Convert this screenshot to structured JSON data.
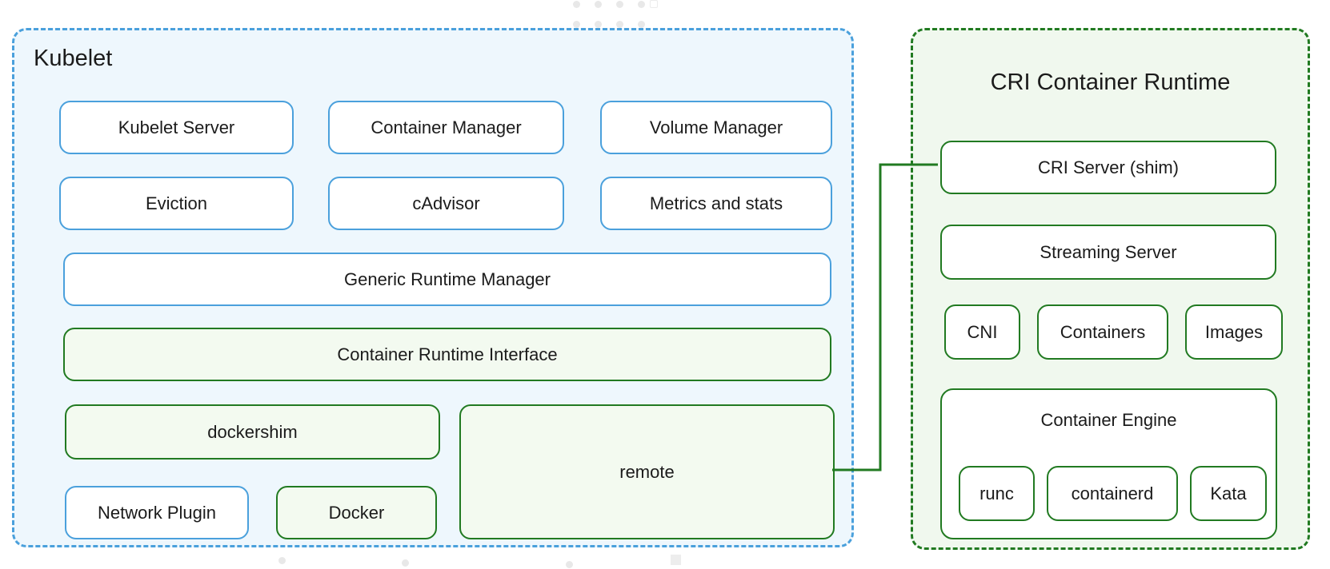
{
  "kubelet": {
    "title": "Kubelet",
    "boxes": {
      "kubelet_server": "Kubelet Server",
      "container_manager": "Container Manager",
      "volume_manager": "Volume Manager",
      "eviction": "Eviction",
      "cadvisor": "cAdvisor",
      "metrics_and_stats": "Metrics and stats",
      "generic_runtime_manager": "Generic Runtime Manager",
      "container_runtime_interface": "Container Runtime Interface",
      "dockershim": "dockershim",
      "remote": "remote",
      "network_plugin": "Network Plugin",
      "docker": "Docker"
    }
  },
  "cri": {
    "title": "CRI Container Runtime",
    "boxes": {
      "cri_server": "CRI Server (shim)",
      "streaming_server": "Streaming Server",
      "cni": "CNI",
      "containers": "Containers",
      "images": "Images",
      "container_engine": "Container Engine",
      "runc": "runc",
      "containerd": "containerd",
      "kata": "Kata"
    }
  },
  "connector": {
    "from": "remote",
    "to": "CRI Server (shim)"
  },
  "colors": {
    "blue_border": "#4aa0dc",
    "blue_fill": "#eef7fd",
    "green_border": "#217a21",
    "green_fill": "#f3faf0",
    "cri_fill": "#f0f8ee",
    "box_white": "#ffffff",
    "text": "#1b1b1b"
  }
}
